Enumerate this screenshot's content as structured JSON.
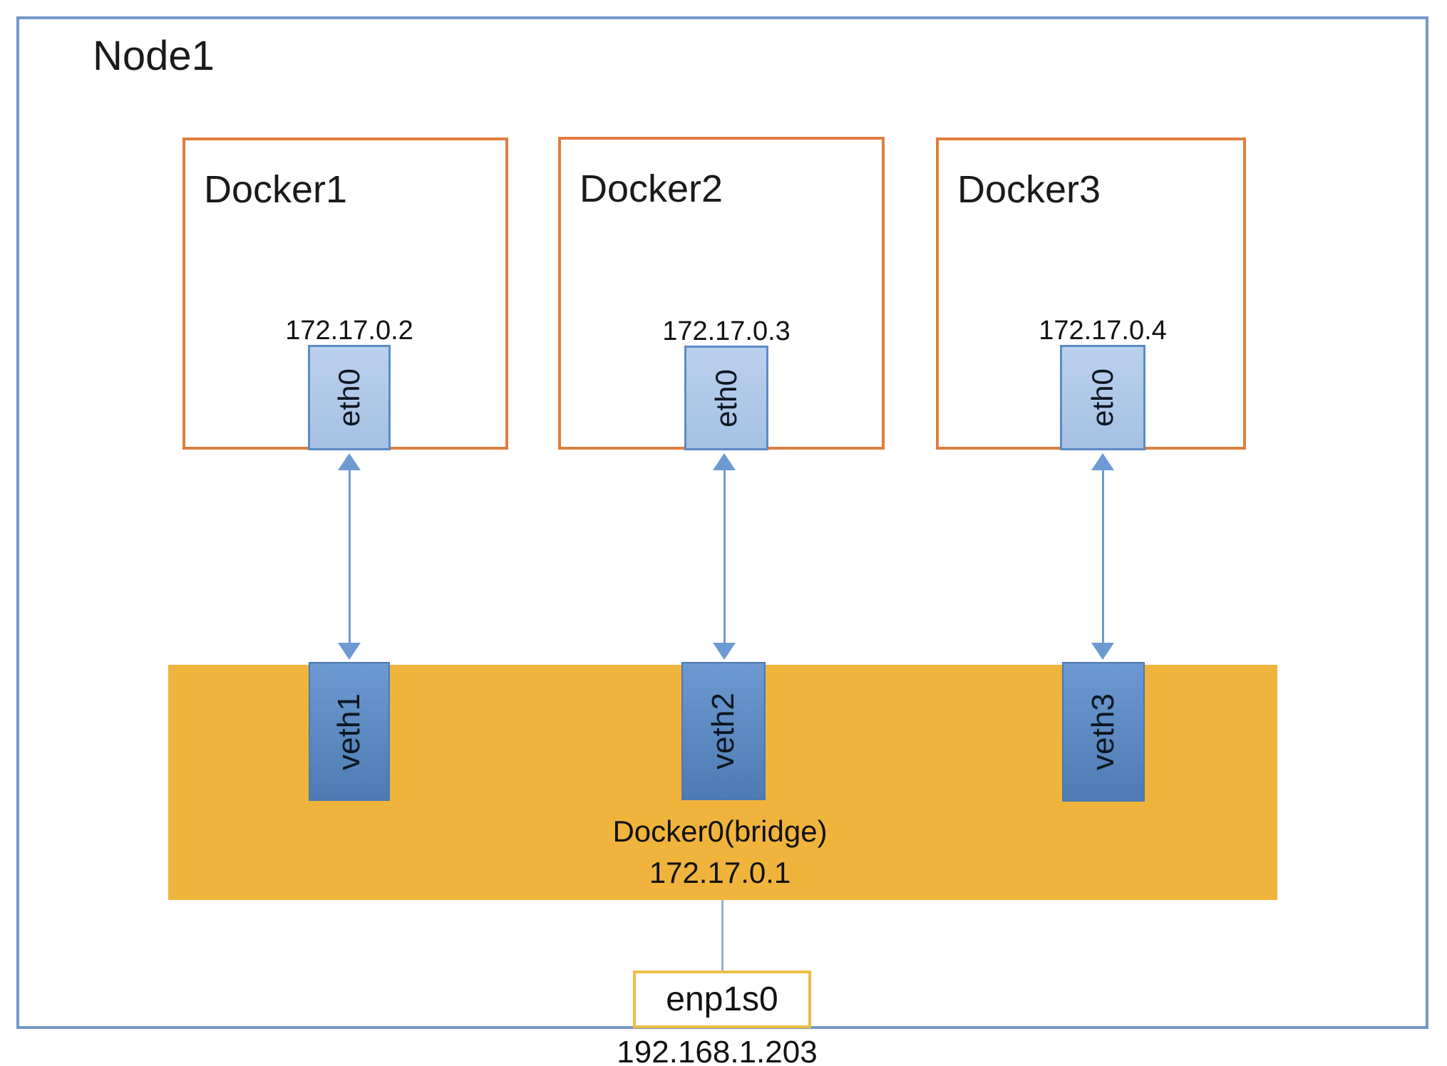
{
  "node": {
    "title": "Node1"
  },
  "containers": [
    {
      "title": "Docker1",
      "ip": "172.17.0.2",
      "iface": "eth0"
    },
    {
      "title": "Docker2",
      "ip": "172.17.0.3",
      "iface": "eth0"
    },
    {
      "title": "Docker3",
      "ip": "172.17.0.4",
      "iface": "eth0"
    }
  ],
  "bridge": {
    "name": "Docker0(bridge)",
    "ip": "172.17.0.1",
    "veths": [
      "veth1",
      "veth2",
      "veth3"
    ]
  },
  "host_interface": {
    "name": "enp1s0",
    "ip": "192.168.1.203"
  },
  "colors": {
    "node_border": "#7397ca",
    "container_border": "#e07e3e",
    "bridge_fill": "#f0b43d",
    "eth_fill": "#b2c9e7",
    "eth_border": "#5c8bc6",
    "veth_fill_top": "#6c99d1",
    "veth_fill_bottom": "#4e7bb2",
    "arrow": "#6e9ad2",
    "host_if_border": "#edbd44",
    "connector_line": "#94b0d6"
  }
}
